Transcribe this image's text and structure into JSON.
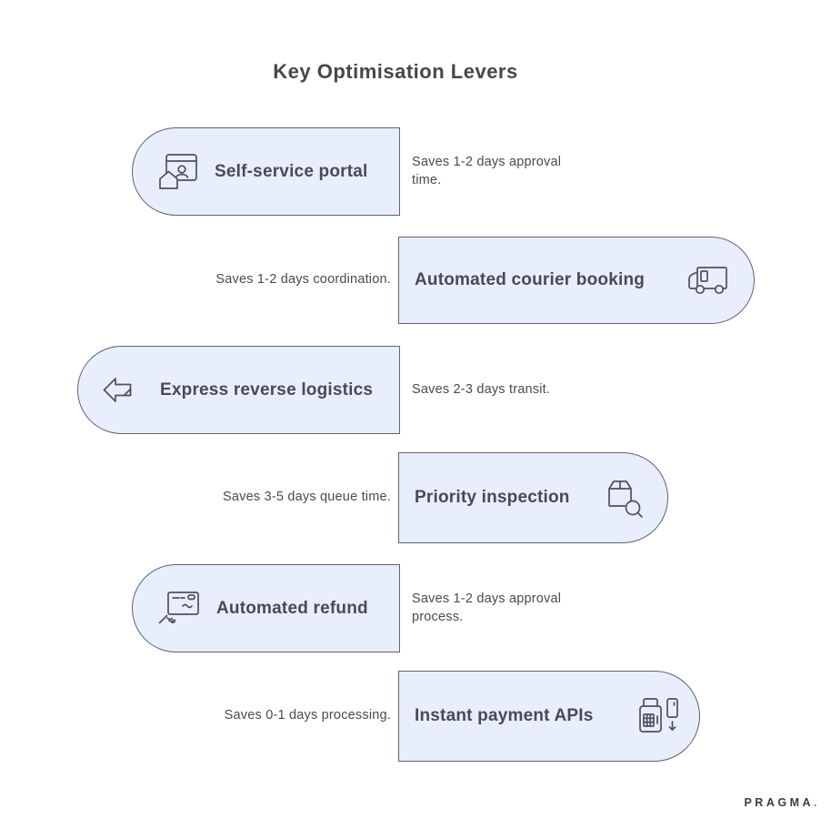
{
  "title": "Key Optimisation Levers",
  "levers": [
    {
      "label": "Self-service portal",
      "note": "Saves 1-2 days approval time.",
      "icon": "portal-user-icon",
      "side": "left"
    },
    {
      "label": "Automated courier booking",
      "note": "Saves 1-2 days coordination.",
      "icon": "delivery-truck-icon",
      "side": "right"
    },
    {
      "label": "Express reverse logistics",
      "note": "Saves 2-3 days transit.",
      "icon": "return-arrow-icon",
      "side": "left"
    },
    {
      "label": "Priority inspection",
      "note": "Saves 3-5 days queue time.",
      "icon": "package-search-icon",
      "side": "right"
    },
    {
      "label": "Automated refund",
      "note": "Saves 1-2 days approval process.",
      "icon": "refund-cheque-icon",
      "side": "left"
    },
    {
      "label": "Instant payment APIs",
      "note": "Saves 0-1 days processing.",
      "icon": "payment-terminal-icon",
      "side": "right"
    }
  ],
  "brand": {
    "name": "PRAGMA",
    "dot": "."
  },
  "colors": {
    "card_bg": "#e8eefb",
    "card_border": "#5d6370",
    "title_text": "#474747",
    "label_text": "#464b54",
    "note_text": "#4b4b4b",
    "icon_stroke": "#4d525c",
    "brand_text": "#3c3c3c",
    "brand_dot": "#4a7df0"
  }
}
